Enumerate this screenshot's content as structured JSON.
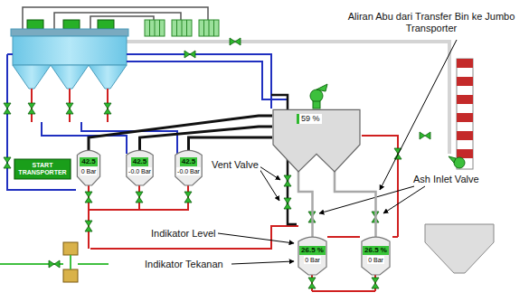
{
  "diagram": {
    "nodes": [
      {
        "text": [
          "59 %"
        ]
      },
      {
        "text": [
          "42.5",
          "0 Bar"
        ]
      },
      {
        "text": [
          "42.5",
          "-0.0 Bar"
        ]
      },
      {
        "text": [
          "42.5",
          "-0.0 Bar"
        ]
      },
      {
        "text": [
          "START TRANSPORTER"
        ]
      },
      {
        "text": [
          "26.5 %",
          "0 Bar"
        ]
      },
      {
        "text": [
          "26.5 %",
          "0 Bar"
        ]
      }
    ],
    "edges": [
      {
        "from": 1,
        "to": 0,
        "arrow": "none"
      },
      {
        "from": 2,
        "to": 0,
        "arrow": "none"
      },
      {
        "from": 3,
        "to": 0,
        "arrow": "none"
      },
      {
        "from": 0,
        "to": 5,
        "arrow": "none"
      },
      {
        "from": 0,
        "to": 6,
        "arrow": "none"
      }
    ],
    "labels": [
      "Aliran Abu dari Transfer Bin ke Jumbo Transporter",
      "Vent Valve",
      "Ash Inlet Valve",
      "Indikator Level",
      "Indikator Tekanan"
    ]
  }
}
